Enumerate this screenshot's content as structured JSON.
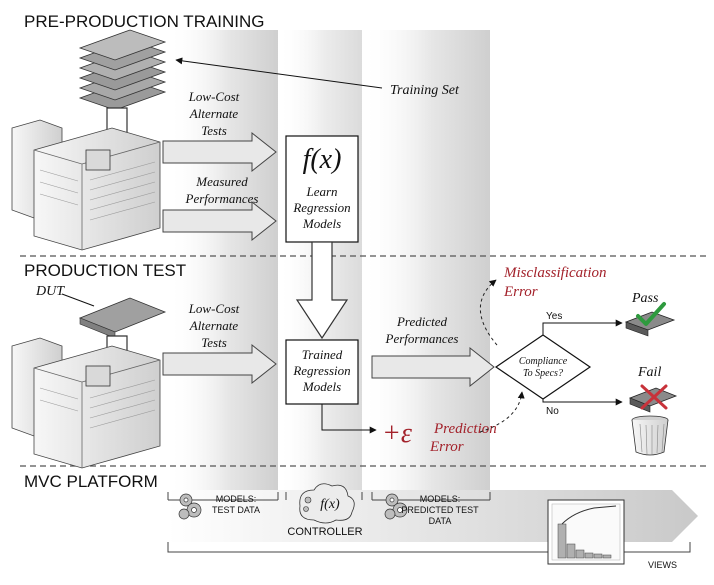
{
  "sections": {
    "pre_production": "PRE-PRODUCTION TRAINING",
    "production": "PRODUCTION TEST",
    "mvc": "MVC PLATFORM"
  },
  "training": {
    "training_set": "Training Set",
    "low_cost": [
      "Low-Cost",
      "Alternate",
      "Tests"
    ],
    "measured": [
      "Measured",
      "Performances"
    ],
    "fx": "f(x)",
    "learn": [
      "Learn",
      "Regression",
      "Models"
    ]
  },
  "production": {
    "dut": "DUT",
    "low_cost": [
      "Low-Cost",
      "Alternate",
      "Tests"
    ],
    "trained": [
      "Trained",
      "Regression",
      "Models"
    ],
    "predicted": [
      "Predicted",
      "Performances"
    ],
    "compliance": [
      "Compliance",
      "To Specs?"
    ],
    "yes": "Yes",
    "no": "No",
    "pass": "Pass",
    "fail": "Fail",
    "misclass": [
      "Misclassification",
      "Error"
    ],
    "epsilon": "+ε",
    "prediction_error": [
      "Prediction",
      "Error"
    ]
  },
  "mvc": {
    "models_test": [
      "MODELS:",
      "TEST DATA"
    ],
    "fx": "f(x)",
    "controller": "CONTROLLER",
    "models_pred": [
      "MODELS:",
      "PREDICTED TEST",
      "DATA"
    ],
    "views": "VIEWS"
  },
  "colors": {
    "accent_red": "#a3222b",
    "pass_green": "#2e9a3e",
    "fail_red": "#c8323a"
  }
}
